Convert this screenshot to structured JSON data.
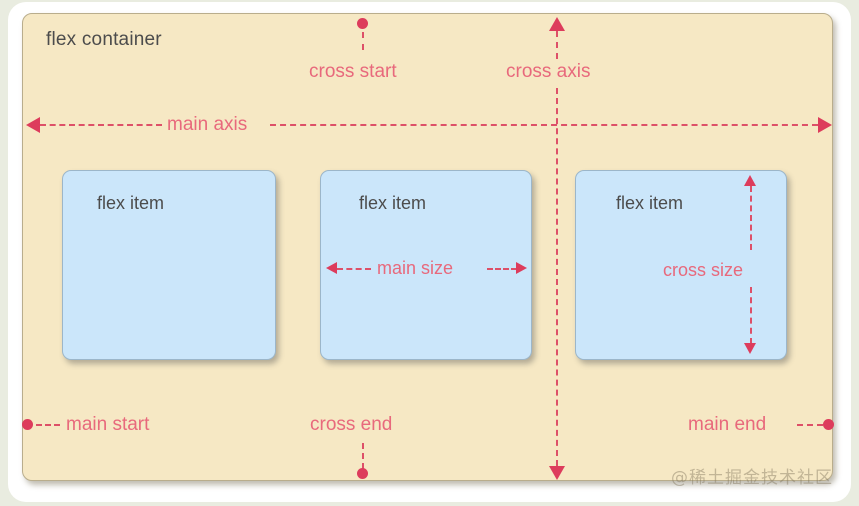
{
  "diagram": {
    "title": "flex container",
    "container_label": "flex container",
    "items": [
      {
        "label": "flex item",
        "annotation": null
      },
      {
        "label": "flex item",
        "annotation": "main size"
      },
      {
        "label": "flex item",
        "annotation": "cross size"
      }
    ],
    "annotations": {
      "main_axis": "main axis",
      "cross_axis": "cross axis",
      "cross_start": "cross start",
      "cross_end": "cross end",
      "main_start": "main start",
      "main_end": "main end",
      "main_size": "main size",
      "cross_size": "cross size"
    },
    "watermark": "@稀土掘金技术社区",
    "colors": {
      "page_background": "#e9ece0",
      "frame": "#ffffff",
      "container_fill": "#f6e8c4",
      "container_border": "#b9ad8c",
      "item_fill": "#cbe6fa",
      "item_border": "#9cb6c9",
      "annotation": "#e8697c",
      "annotation_marker": "#dd3c5c",
      "label_text": "#4c4c4c"
    }
  }
}
